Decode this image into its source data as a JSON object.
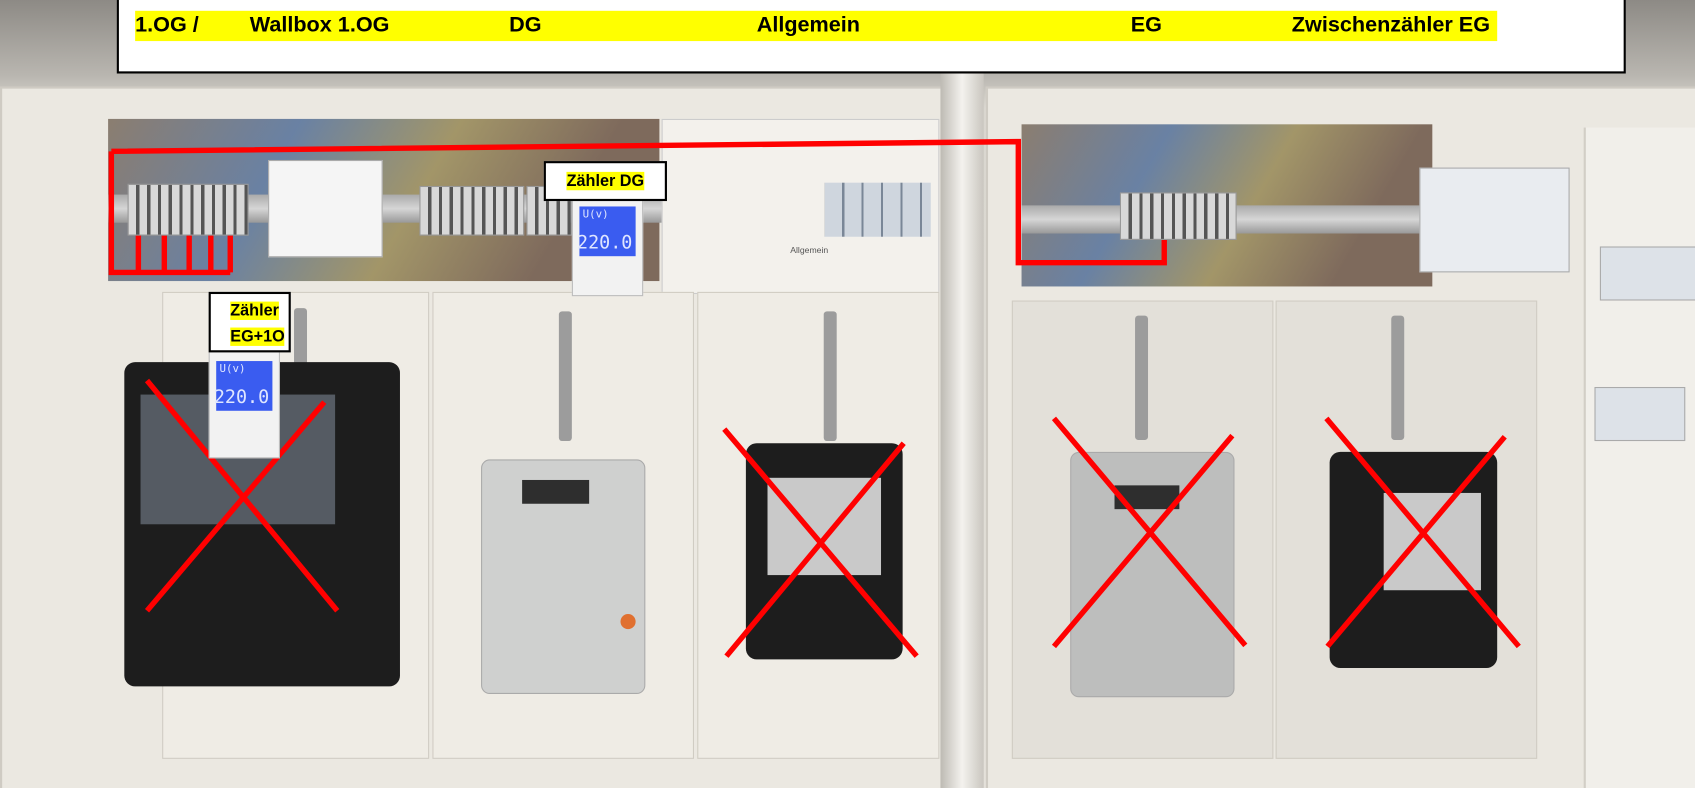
{
  "header_labels": [
    "1.OG /",
    "Wallbox 1.OG",
    "DG",
    "Allgemein",
    "EG",
    "Zwischenzähler EG"
  ],
  "callouts": {
    "zaehler_dg": "Zähler DG",
    "zaehler_eg_1og_line1": "Zähler",
    "zaehler_eg_1og_line2": "EG+1O"
  },
  "digital_meters": [
    {
      "unit": "U(v)",
      "value": "220.0"
    },
    {
      "unit": "U(v)",
      "value": "220.0"
    }
  ],
  "allgemein_panel_label": "Allgemein",
  "colors": {
    "highlight": "#ffff00",
    "marker": "#ff0000"
  }
}
